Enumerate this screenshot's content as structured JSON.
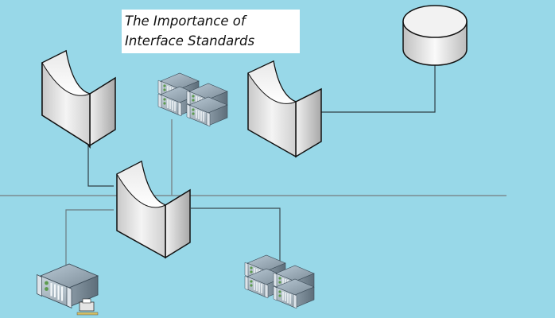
{
  "title": {
    "line1": "The Importance of",
    "line2": "Interface Standards"
  },
  "colors": {
    "background": "#98d8e8",
    "title_box": "#ffffff",
    "line": "#333333",
    "bus_line": "#7a8a90"
  },
  "nodes": [
    {
      "id": "switch-top-left",
      "type": "switch-icon"
    },
    {
      "id": "server-stack-top",
      "type": "server-stack-icon"
    },
    {
      "id": "switch-top-right",
      "type": "switch-icon"
    },
    {
      "id": "database",
      "type": "database-icon"
    },
    {
      "id": "switch-center",
      "type": "switch-icon"
    },
    {
      "id": "server-bottom-left",
      "type": "server-with-printer-icon"
    },
    {
      "id": "server-stack-bottom",
      "type": "server-stack-icon"
    }
  ]
}
